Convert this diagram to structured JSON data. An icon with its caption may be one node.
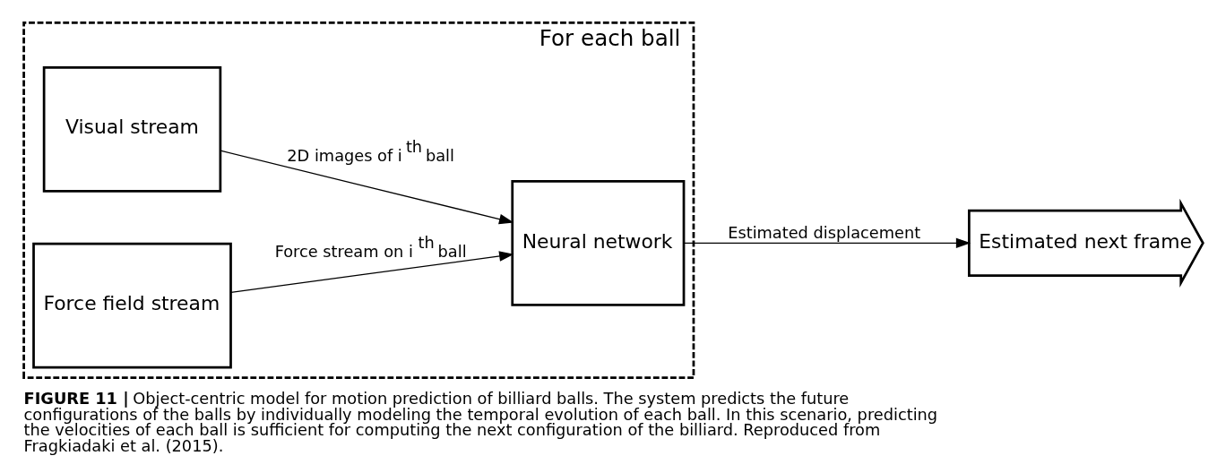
{
  "diagram": {
    "caption": "**FIGURE 11 |** Object-centric model for motion prediction of billiard balls. The system predicts the future configurations of the balls by individually modeling the temporal evolution of each ball. In this scenario, predicting the velocities of each ball is sufficient for computing the next configuration of the billiard. Reproduced from Fragkiadaki et al. (2015).",
    "nodes": [
      {
        "text": [
          "For each ball"
        ]
      },
      {
        "text": [
          "Visual stream"
        ],
        "in": 0
      },
      {
        "text": [
          "Force field stream"
        ],
        "in": 0
      },
      {
        "text": [
          "Neural network"
        ],
        "in": 0
      },
      {
        "text": [
          "Estimated next frame"
        ]
      }
    ],
    "edges": [
      {
        "from": 1,
        "to": 3,
        "arrow": "to",
        "label": "2D images of i$^{th}$ ball"
      },
      {
        "from": 2,
        "to": 3,
        "arrow": "to",
        "label": "Force stream on i$^{th}$ ball"
      },
      {
        "from": 3,
        "to": 4,
        "arrow": "to",
        "label": "Estimated displacement"
      }
    ]
  }
}
